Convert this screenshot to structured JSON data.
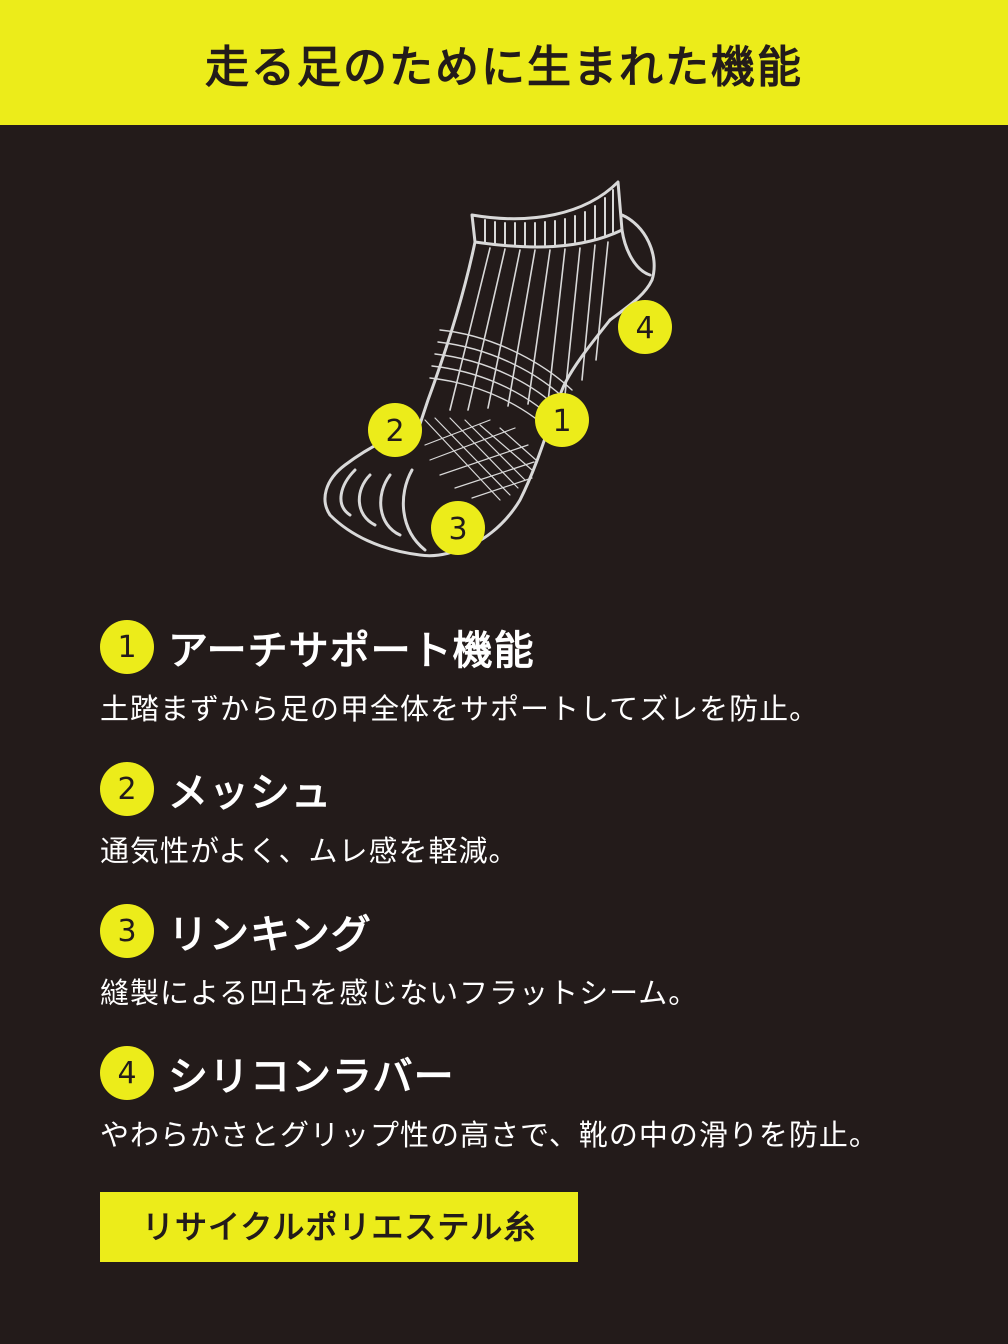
{
  "header": {
    "title": "走る足のために生まれた機能"
  },
  "illustration": {
    "markers": [
      "1",
      "2",
      "3",
      "4"
    ]
  },
  "features": [
    {
      "number": "1",
      "title": "アーチサポート機能",
      "description": "土踏まずから足の甲全体をサポートしてズレを防止。"
    },
    {
      "number": "2",
      "title": "メッシュ",
      "description": "通気性がよく、ムレ感を軽減。"
    },
    {
      "number": "3",
      "title": "リンキング",
      "description": "縫製による凹凸を感じないフラットシーム。"
    },
    {
      "number": "4",
      "title": "シリコンラバー",
      "description": "やわらかさとグリップ性の高さで、靴の中の滑りを防止。"
    }
  ],
  "tag": {
    "label": "リサイクルポリエステル糸"
  },
  "colors": {
    "accent": "#ecec1a",
    "background": "#231b1a",
    "text": "#ffffff",
    "line": "#d9d9d9"
  }
}
